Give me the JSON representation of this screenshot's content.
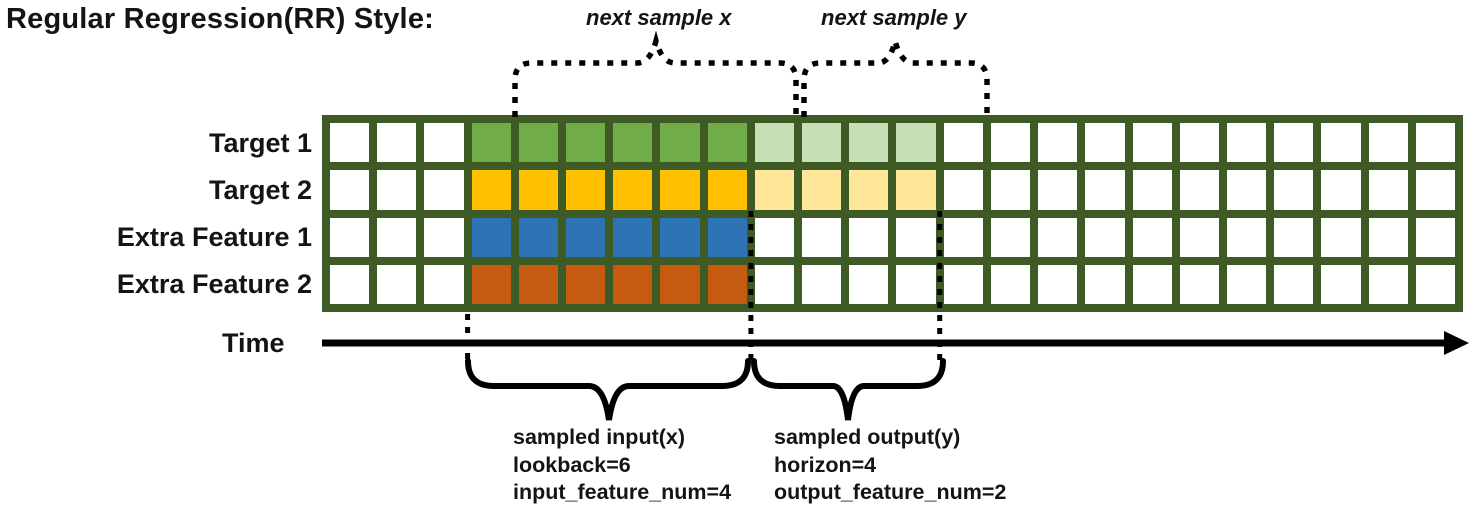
{
  "title": "Regular Regression(RR) Style:",
  "annotations": {
    "next_sample_x": "next sample x",
    "next_sample_y": "next sample y"
  },
  "rows": [
    {
      "label": "Target 1",
      "input_color": "#70AD47",
      "output_color": "#C5E0B4"
    },
    {
      "label": "Target 2",
      "input_color": "#FFC000",
      "output_color": "#FFE699"
    },
    {
      "label": "Extra Feature 1",
      "input_color": "#2E74B5",
      "output_color": null
    },
    {
      "label": "Extra Feature 2",
      "input_color": "#C55A11",
      "output_color": null
    }
  ],
  "grid": {
    "columns": 24,
    "lead_in_columns": 3,
    "input_columns": 6,
    "output_columns": 4,
    "border_color": "#3E5B26",
    "empty_cell_color": "#FFFFFF"
  },
  "time_axis": {
    "label": "Time"
  },
  "input_annotation": {
    "lines": [
      "sampled input(x)",
      "lookback=6",
      "input_feature_num=4"
    ]
  },
  "output_annotation": {
    "lines": [
      "sampled output(y)",
      "horizon=4",
      "output_feature_num=2"
    ]
  },
  "params": {
    "lookback": 6,
    "horizon": 4,
    "input_feature_num": 4,
    "output_feature_num": 2
  }
}
